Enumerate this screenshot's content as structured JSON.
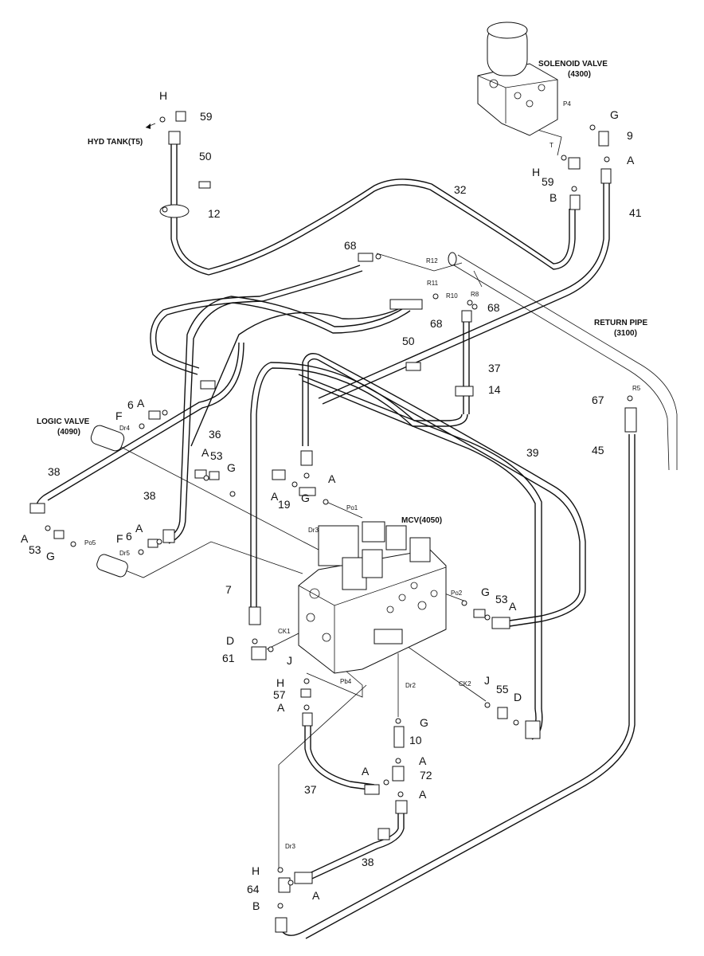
{
  "components": {
    "solenoid_valve": {
      "name": "SOLENOID VALVE",
      "code": "(4300)"
    },
    "hyd_tank": {
      "name": "HYD TANK(T5)"
    },
    "return_pipe": {
      "name": "RETURN PIPE",
      "code": "(3100)"
    },
    "logic_valve": {
      "name": "LOGIC VALVE",
      "code": "(4090)"
    },
    "mcv": {
      "name": "MCV(4050)"
    }
  },
  "ports": [
    "P4",
    "T",
    "R12",
    "R11",
    "R10",
    "R8",
    "R5",
    "Dr4",
    "Dr3",
    "Dr5",
    "Po5",
    "Po1",
    "Po2",
    "CK1",
    "CK2",
    "Pb4",
    "Dr2",
    "Dr3"
  ],
  "callouts": [
    {
      "id": "c59a",
      "text": "59"
    },
    {
      "id": "cHa",
      "text": "H"
    },
    {
      "id": "c50a",
      "text": "50"
    },
    {
      "id": "c12",
      "text": "12"
    },
    {
      "id": "cG1",
      "text": "G"
    },
    {
      "id": "c9",
      "text": "9"
    },
    {
      "id": "cA1",
      "text": "A"
    },
    {
      "id": "cH2",
      "text": "H"
    },
    {
      "id": "c59b",
      "text": "59"
    },
    {
      "id": "cB1",
      "text": "B"
    },
    {
      "id": "c32",
      "text": "32"
    },
    {
      "id": "c41",
      "text": "41"
    },
    {
      "id": "c68a",
      "text": "68"
    },
    {
      "id": "c68b",
      "text": "68"
    },
    {
      "id": "c68c",
      "text": "68"
    },
    {
      "id": "c50b",
      "text": "50"
    },
    {
      "id": "c37a",
      "text": "37"
    },
    {
      "id": "c14",
      "text": "14"
    },
    {
      "id": "c67",
      "text": "67"
    },
    {
      "id": "c45",
      "text": "45"
    },
    {
      "id": "c6a",
      "text": "6"
    },
    {
      "id": "cA2",
      "text": "A"
    },
    {
      "id": "cF1",
      "text": "F"
    },
    {
      "id": "c36",
      "text": "36"
    },
    {
      "id": "c38a",
      "text": "38"
    },
    {
      "id": "cA3",
      "text": "A"
    },
    {
      "id": "c53a",
      "text": "53"
    },
    {
      "id": "cG2",
      "text": "G"
    },
    {
      "id": "cA4",
      "text": "A"
    },
    {
      "id": "cA5",
      "text": "A"
    },
    {
      "id": "c19",
      "text": "19"
    },
    {
      "id": "cG3",
      "text": "G"
    },
    {
      "id": "c39",
      "text": "39"
    },
    {
      "id": "c38b",
      "text": "38"
    },
    {
      "id": "c6b",
      "text": "6"
    },
    {
      "id": "cA6",
      "text": "A"
    },
    {
      "id": "cF2",
      "text": "F"
    },
    {
      "id": "cA7",
      "text": "A"
    },
    {
      "id": "c53b",
      "text": "53"
    },
    {
      "id": "cG4",
      "text": "G"
    },
    {
      "id": "c7",
      "text": "7"
    },
    {
      "id": "cG5",
      "text": "G"
    },
    {
      "id": "c53c",
      "text": "53"
    },
    {
      "id": "cA8",
      "text": "A"
    },
    {
      "id": "cD1",
      "text": "D"
    },
    {
      "id": "c61",
      "text": "61"
    },
    {
      "id": "cJ1",
      "text": "J"
    },
    {
      "id": "cH3",
      "text": "H"
    },
    {
      "id": "c57",
      "text": "57"
    },
    {
      "id": "cA9",
      "text": "A"
    },
    {
      "id": "cJ2",
      "text": "J"
    },
    {
      "id": "c55",
      "text": "55"
    },
    {
      "id": "cD2",
      "text": "D"
    },
    {
      "id": "cG6",
      "text": "G"
    },
    {
      "id": "c10",
      "text": "10"
    },
    {
      "id": "cA10",
      "text": "A"
    },
    {
      "id": "cA11",
      "text": "A"
    },
    {
      "id": "c72",
      "text": "72"
    },
    {
      "id": "c37b",
      "text": "37"
    },
    {
      "id": "cA12",
      "text": "A"
    },
    {
      "id": "c38c",
      "text": "38"
    },
    {
      "id": "cH4",
      "text": "H"
    },
    {
      "id": "c64",
      "text": "64"
    },
    {
      "id": "cA13",
      "text": "A"
    },
    {
      "id": "cB2",
      "text": "B"
    }
  ]
}
